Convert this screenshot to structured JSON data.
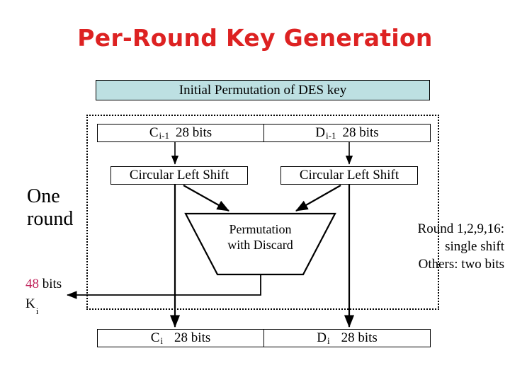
{
  "slide": {
    "title": "Per-Round Key Generation",
    "title_color": "#DD2222",
    "background": "#FFFFFF"
  },
  "initial_permutation": {
    "label": "Initial Permutation of DES key",
    "fill_color": "#BDE0E2"
  },
  "round_region": {
    "label_line1": "One",
    "label_line2": "round",
    "border_style": "dotted"
  },
  "registers": {
    "top_left": {
      "name": "C",
      "subscript": "i-1",
      "size": "28 bits"
    },
    "top_right": {
      "name": "D",
      "subscript": "i-1",
      "size": "28 bits"
    },
    "bottom_left": {
      "name": "C",
      "subscript": "i",
      "size": "28 bits"
    },
    "bottom_right": {
      "name": "D",
      "subscript": "i",
      "size": "28 bits"
    }
  },
  "shift_blocks": {
    "left_label": "Circular Left Shift",
    "right_label": "Circular Left Shift"
  },
  "permutation_block": {
    "line1": "Permutation",
    "line2": "with Discard"
  },
  "key_output": {
    "size_number": "48",
    "size_unit": "bits",
    "size_number_color": "#C0225A",
    "key_name": "K",
    "key_subscript": "i"
  },
  "shift_note": {
    "line1": "Round 1,2,9,16:",
    "line2": "single shift",
    "line3": "Others: two bits"
  }
}
